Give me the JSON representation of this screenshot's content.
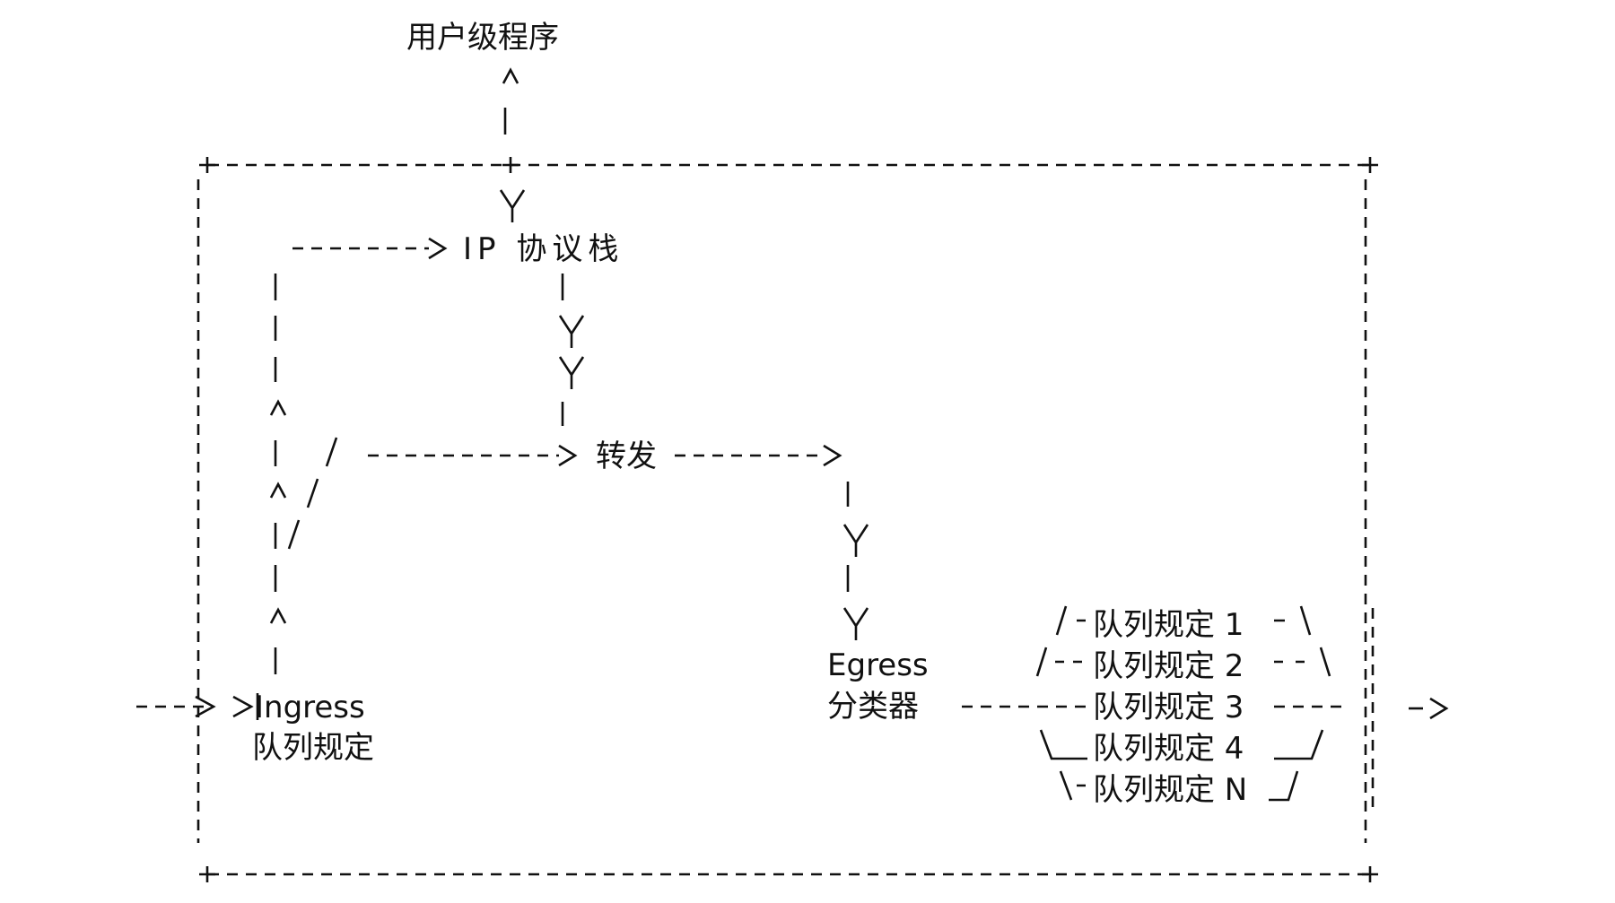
{
  "diagram": {
    "labels": {
      "user_program": "用户级程序",
      "ip_stack": "IP 协议栈",
      "forward": "转发",
      "ingress_line1": "Ingress",
      "ingress_line2": "队列规定",
      "egress_line1": "Egress",
      "egress_line2": "分类器",
      "qdisc_1": "队列规定 1",
      "qdisc_2": "队列规定 2",
      "qdisc_3": "队列规定 3",
      "qdisc_4": "队列规定 4",
      "qdisc_n": "队列规定 N"
    }
  }
}
